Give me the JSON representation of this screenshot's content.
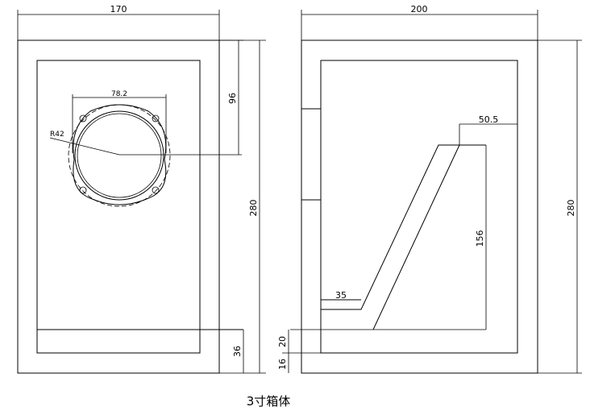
{
  "front_view": {
    "dim_width": "170",
    "dim_height": "280",
    "dim_driver_center": "96",
    "dim_driver_diameter": "78.2",
    "dim_driver_radius": "R42",
    "dim_bottom_panel": "36"
  },
  "side_view": {
    "dim_width": "200",
    "dim_height": "280",
    "dim_horn_top": "50.5",
    "dim_horn_height": "156",
    "dim_horn_bottom": "35",
    "dim_offset_20": "20",
    "dim_offset_16": "16"
  },
  "caption": "3寸箱体"
}
